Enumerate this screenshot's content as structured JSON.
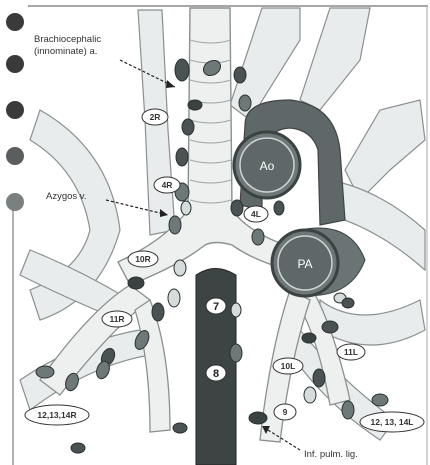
{
  "colors": {
    "vessel_fill": "#e9ecec",
    "vessel_stroke": "#8a9090",
    "node_dark": "#4a5253",
    "node_mid": "#6f7878",
    "node_light": "#d6dbdb",
    "esophagus": "#3d4444",
    "aorta_fill": "#5e6868",
    "bullet": "#3a3a3a",
    "bullet_light": "#7a7f7f"
  },
  "annotations": {
    "brachiocephalic": [
      "Brachiocephalic",
      "(innominate) a."
    ],
    "azygos": "Azygos v.",
    "inf_pulm_lig": "Inf. pulm. lig."
  },
  "vessels": {
    "aorta": "Ao",
    "pulmonary_artery": "PA"
  },
  "node_stations": {
    "s2r": "2R",
    "s4r": "4R",
    "s4l": "4L",
    "s10r": "10R",
    "s11r": "11R",
    "s10l": "10L",
    "s11l": "11L",
    "s12r": "12,13,14R",
    "s12l": "12, 13, 14L",
    "s7": "7",
    "s8": "8",
    "s9": "9"
  },
  "bullets": [
    "bullet-1",
    "bullet-2",
    "bullet-3",
    "bullet-4",
    "bullet-5"
  ]
}
